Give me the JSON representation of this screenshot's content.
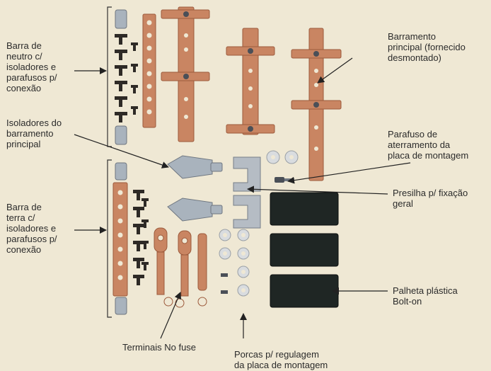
{
  "diagram": {
    "labels": {
      "neutral_bar": [
        "Barra de",
        "neutro c/",
        "isoladores e",
        "parafusos p/",
        "conexão"
      ],
      "main_busbar": [
        "Barramento",
        "principal (fornecido",
        "desmontado)"
      ],
      "busbar_insulators": [
        "Isoladores do",
        "barramento",
        "principal"
      ],
      "grounding_screw": [
        "Parafuso de",
        "aterramento da",
        "placa de montagem"
      ],
      "clamp": [
        "Presilha p/ fixação",
        "geral"
      ],
      "ground_bar": [
        "Barra de",
        "terra c/",
        "isoladores e",
        "parafusos p/",
        "conexão"
      ],
      "bolt_on_plate": [
        "Palheta plástica",
        "Bolt-on"
      ],
      "no_fuse_terminals": [
        "Terminais No fuse"
      ],
      "nuts": [
        "Porcas p/ regulagem",
        "da placa de montagem"
      ]
    },
    "colors": {
      "background": "#efe8d4",
      "copper": "#c98562",
      "copper_dark": "#9c5a3c",
      "insulator": "#a9b3bd",
      "plastic": "#1f2624",
      "line": "#222222"
    }
  }
}
